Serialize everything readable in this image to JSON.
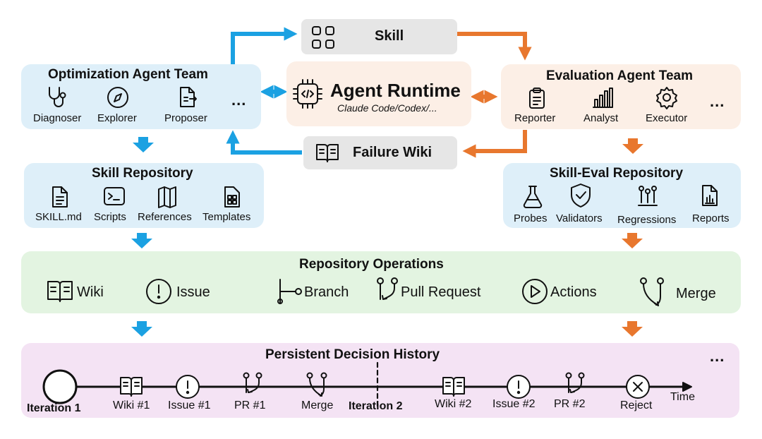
{
  "skill": {
    "label": "Skill"
  },
  "failure_wiki": {
    "label": "Failure Wiki"
  },
  "runtime": {
    "title": "Agent Runtime",
    "subtitle": "Claude Code/Codex/..."
  },
  "optimization_team": {
    "title": "Optimization Agent Team",
    "members": [
      "Diagnoser",
      "Explorer",
      "Proposer"
    ],
    "more": "..."
  },
  "evaluation_team": {
    "title": "Evaluation Agent Team",
    "members": [
      "Reporter",
      "Analyst",
      "Executor"
    ],
    "more": "..."
  },
  "skill_repository": {
    "title": "Skill Repository",
    "items": [
      "SKILL.md",
      "Scripts",
      "References",
      "Templates"
    ]
  },
  "skill_eval_repository": {
    "title": "Skill-Eval Repository",
    "items": [
      "Probes",
      "Validators",
      "Regressions",
      "Reports"
    ]
  },
  "repository_operations": {
    "title": "Repository Operations",
    "items": [
      "Wiki",
      "Issue",
      "Branch",
      "Pull Request",
      "Actions",
      "Merge"
    ]
  },
  "decision_history": {
    "title": "Persistent Decision History",
    "iteration1": "Iteration 1",
    "iteration2": "Iteration 2",
    "events": [
      "Wiki #1",
      "Issue #1",
      "PR #1",
      "Merge",
      "Wiki #2",
      "Issue #2",
      "PR #2",
      "Reject"
    ],
    "axis_label": "Time",
    "more": "..."
  },
  "colors": {
    "blue_arrow": "#1ba1e2",
    "orange_arrow": "#e8772e",
    "blue_box": "#deeff9",
    "peach_box": "#fcefe6",
    "green_box": "#e3f4e1",
    "pink_box": "#f4e3f4",
    "gray_pill": "#e6e6e6"
  }
}
